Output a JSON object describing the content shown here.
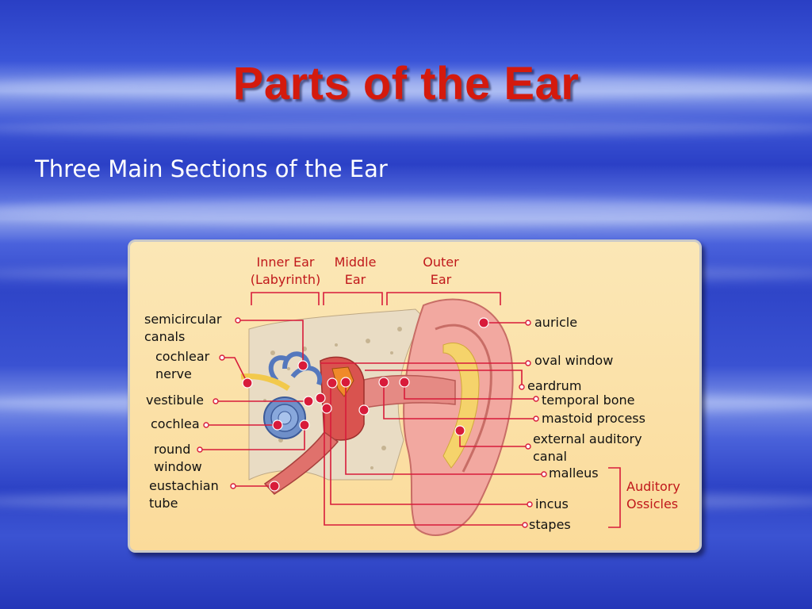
{
  "slide": {
    "title": "Parts of the Ear",
    "subtitle": "Three Main Sections of the Ear"
  },
  "diagram": {
    "sections": {
      "inner_line1": "Inner Ear",
      "inner_line2": "(Labyrinth)",
      "middle_line1": "Middle",
      "middle_line2": "Ear",
      "outer_line1": "Outer",
      "outer_line2": "Ear"
    },
    "left_labels": {
      "semicircular_1": "semicircular",
      "semicircular_2": "canals",
      "cochlear_nerve_1": "cochlear",
      "cochlear_nerve_2": "nerve",
      "vestibule": "vestibule",
      "cochlea": "cochlea",
      "round_window_1": "round",
      "round_window_2": "window",
      "eustachian_1": "eustachian",
      "eustachian_2": "tube"
    },
    "right_labels": {
      "auricle": "auricle",
      "oval_window": "oval window",
      "eardrum": "eardrum",
      "temporal_bone": "temporal bone",
      "mastoid_process": "mastoid process",
      "external_canal_1": "external auditory",
      "external_canal_2": "canal",
      "malleus": "malleus",
      "incus": "incus",
      "stapes": "stapes"
    },
    "ossicles_group_1": "Auditory",
    "ossicles_group_2": "Ossicles",
    "colors": {
      "title": "#d41a0d",
      "leader": "#d81b3a",
      "panel": "#fbdb9a",
      "background": "#2b40c6"
    }
  }
}
